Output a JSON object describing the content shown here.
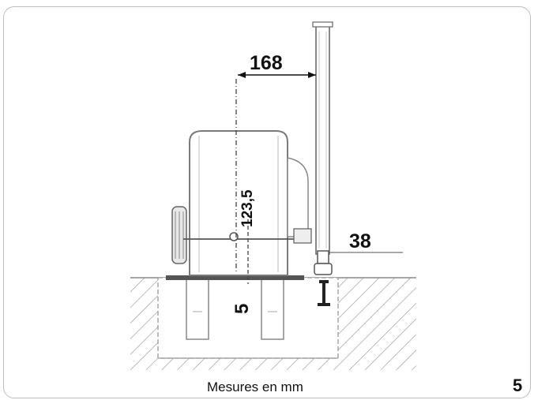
{
  "dimensions": {
    "width_168": "168",
    "height_123_5": "123,5",
    "offset_38": "38",
    "depth_5": "5"
  },
  "caption": "Mesures en mm",
  "figure_number": "5"
}
